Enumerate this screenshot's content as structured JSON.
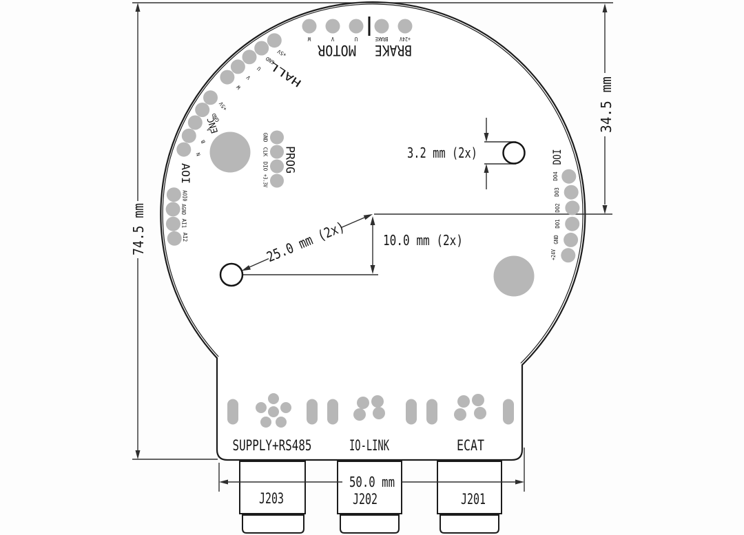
{
  "board": {
    "groups": {
      "motor": {
        "label": "MOTOR",
        "pins": [
          "W",
          "V",
          "U"
        ]
      },
      "brake": {
        "label": "BRAKE",
        "pins": [
          "BRAKE",
          "+24V"
        ]
      },
      "hall": {
        "label": "HALL",
        "pins": [
          "+5V",
          "GND",
          "U",
          "V",
          "W"
        ]
      },
      "enc": {
        "label": "ENC",
        "pins": [
          "+5V",
          "GND",
          "A",
          "B",
          "N"
        ]
      },
      "aoi": {
        "label": "AOI",
        "pins": [
          "AOI0",
          "AGND",
          "AI1",
          "AI2"
        ]
      },
      "prog": {
        "label": "PROG",
        "pins": [
          "GND",
          "CLK",
          "DIO",
          "+3.3V"
        ]
      },
      "doi": {
        "label": "DOI",
        "pins": [
          "DO4",
          "DO3",
          "DO2",
          "DO1",
          "GND",
          "+24V"
        ]
      }
    },
    "connectors": {
      "supply": {
        "label": "SUPPLY+RS485",
        "ref": "J203"
      },
      "iolink": {
        "label": "IO-LINK",
        "ref": "J202"
      },
      "ecat": {
        "label": "ECAT",
        "ref": "J201"
      }
    },
    "dimensions": {
      "board_height": "74.5 mm",
      "center_from_top": "34.5 mm",
      "hole_diameter": "3.2 mm (2x)",
      "hole_distance": "25.0 mm (2x)",
      "hole_vertical_offset": "10.0 mm (2x)",
      "connector_span": "50.0 mm"
    },
    "colors": {
      "pad": "#b7b7b7",
      "line": "#1b1b1b"
    }
  }
}
